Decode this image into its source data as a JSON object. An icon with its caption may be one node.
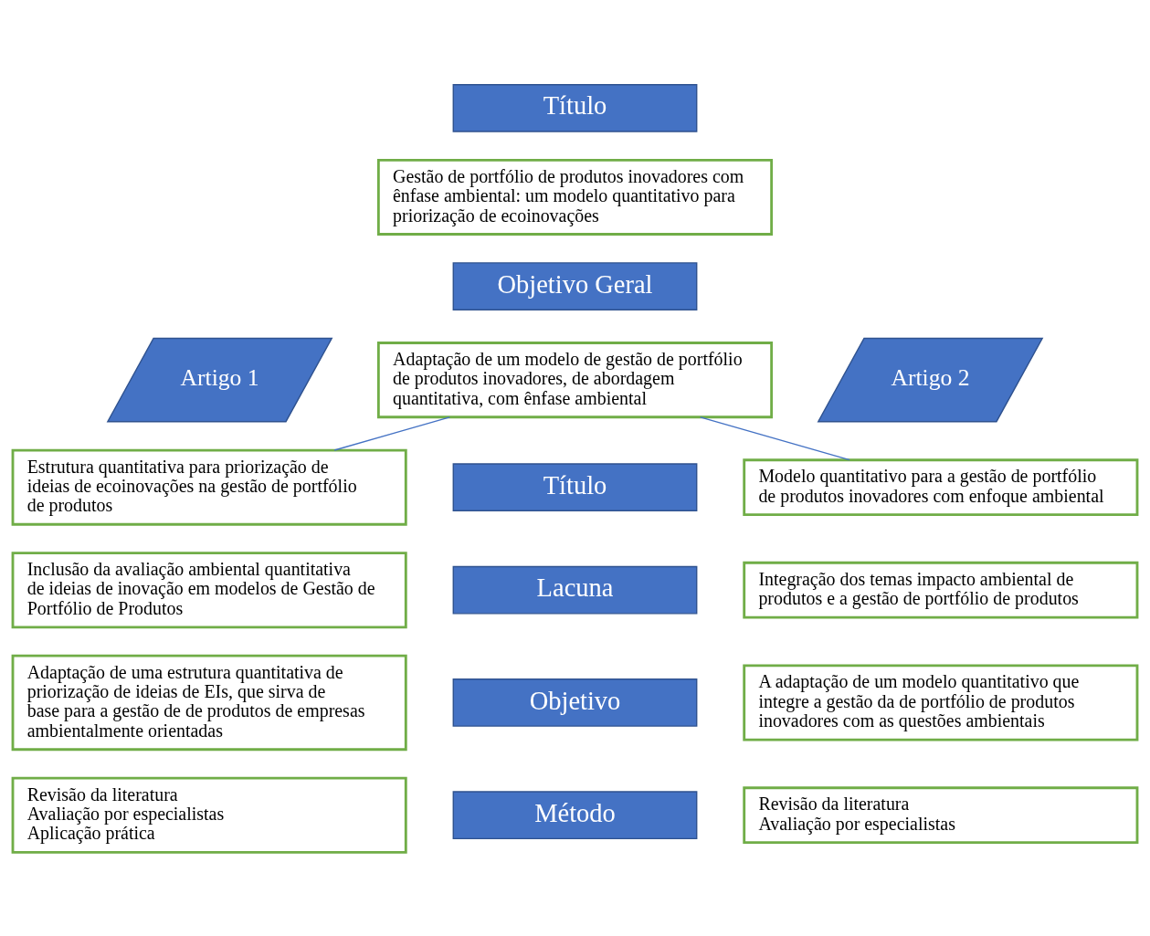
{
  "diagram": {
    "nodes": [
      {
        "text": [
          "Título"
        ]
      },
      {
        "text": [
          "Gestão de portfólio de produtos inovadores com ênfase ambiental: um modelo quantitativo para priorização de ecoinovações"
        ]
      },
      {
        "text": [
          "Objetivo Geral"
        ]
      },
      {
        "text": [
          "Adaptação de um modelo de gestão de portfólio de produtos inovadores, de abordagem quantitativa, com ênfase ambiental"
        ]
      },
      {
        "text": [
          "Artigo 1"
        ]
      },
      {
        "text": [
          "Artigo 2"
        ]
      },
      {
        "text": [
          "Estrutura quantitativa para priorização de ideias de ecoinovações na gestão de portfólio de produtos"
        ]
      },
      {
        "text": [
          "Título"
        ]
      },
      {
        "text": [
          "Modelo quantitativo para a gestão de portfólio de produtos inovadores com enfoque ambiental"
        ]
      },
      {
        "text": [
          "Inclusão da avaliação ambiental quantitativa de ideias de inovação em modelos de Gestão de Portfólio de Produtos"
        ]
      },
      {
        "text": [
          "Lacuna"
        ]
      },
      {
        "text": [
          "Integração dos temas impacto ambiental de produtos e a gestão de portfólio de produtos"
        ]
      },
      {
        "text": [
          "Adaptação de uma estrutura quantitativa de priorização de ideias de EIs, que sirva de base para a gestão de de produtos de empresas ambientalmente orientadas"
        ]
      },
      {
        "text": [
          "Objetivo"
        ]
      },
      {
        "text": [
          "A adaptação de um modelo quantitativo que integre a gestão da de portfólio de produtos inovadores com as questões ambientais"
        ]
      },
      {
        "text": [
          "Revisão da literatura",
          "Avaliação por especialistas",
          "Aplicação prática"
        ]
      },
      {
        "text": [
          "Método"
        ]
      },
      {
        "text": [
          "Revisão da literatura",
          "Avaliação por especialistas"
        ]
      }
    ],
    "edges": [
      {
        "from": 3,
        "to": 6,
        "arrow": "none"
      },
      {
        "from": 3,
        "to": 8,
        "arrow": "none"
      }
    ]
  }
}
